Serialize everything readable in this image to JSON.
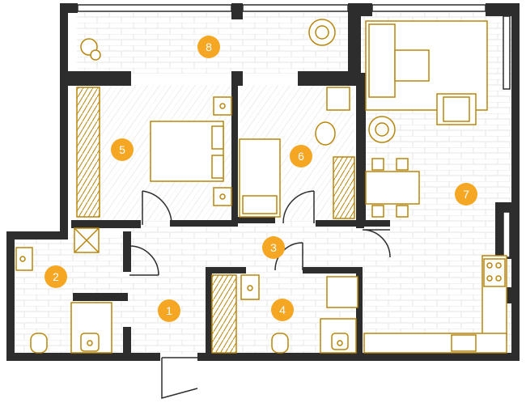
{
  "rooms": [
    {
      "id": "1",
      "label": "1",
      "marker_color": "#f5a623"
    },
    {
      "id": "2",
      "label": "2",
      "marker_color": "#f5a623"
    },
    {
      "id": "3",
      "label": "3",
      "marker_color": "#f5a623"
    },
    {
      "id": "4",
      "label": "4",
      "marker_color": "#f5a623"
    },
    {
      "id": "5",
      "label": "5",
      "marker_color": "#f5a623"
    },
    {
      "id": "6",
      "label": "6",
      "marker_color": "#f5a623"
    },
    {
      "id": "7",
      "label": "7",
      "marker_color": "#f5a623"
    },
    {
      "id": "8",
      "label": "8",
      "marker_color": "#f5a623"
    }
  ],
  "colors": {
    "wall": "#2d2d2d",
    "furniture": "#b8860b",
    "floor_tile": "#e6e6e6",
    "marker": "#f5a623"
  },
  "icons": [
    "plant-icon",
    "toilet-icon",
    "sink-icon",
    "bed-icon",
    "sofa-icon",
    "armchair-icon",
    "dining-table-icon",
    "stove-icon",
    "wardrobe-icon",
    "shower-icon",
    "washer-icon"
  ]
}
